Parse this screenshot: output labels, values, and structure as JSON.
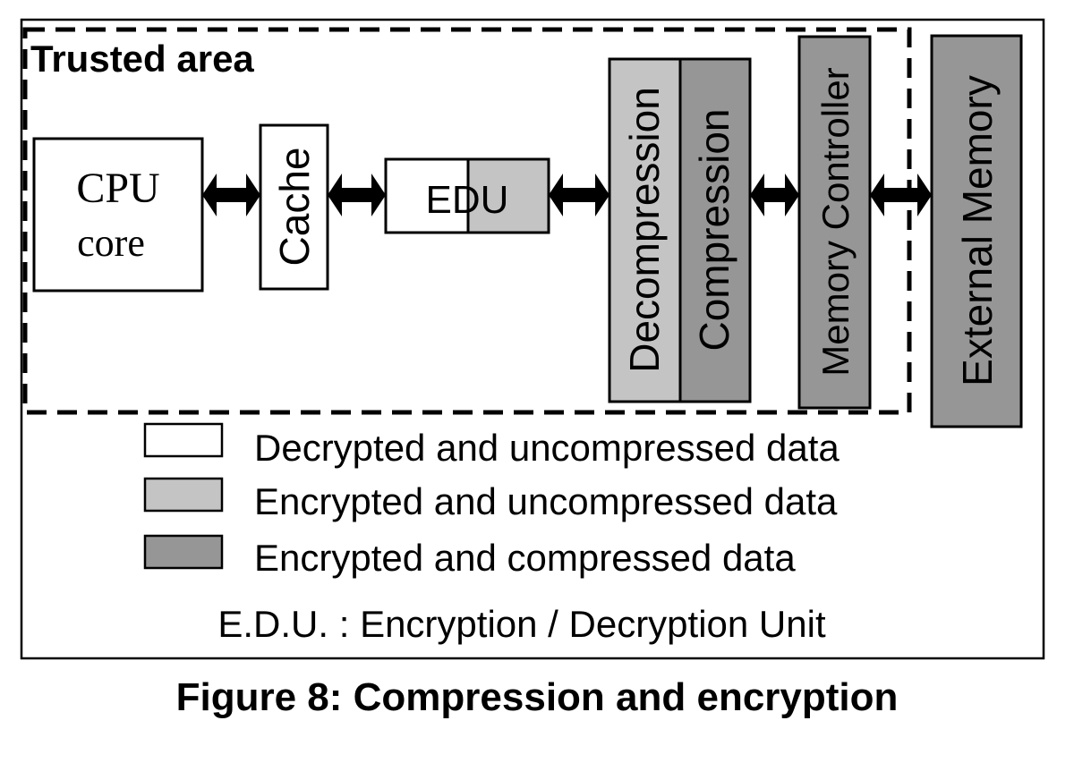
{
  "trusted_area_label": "Trusted area",
  "blocks": {
    "cpu_line1": "CPU",
    "cpu_line2": "core",
    "cache": "Cache",
    "edu": "EDU",
    "decompression": "Decompression",
    "compression": "Compression",
    "memory_controller": "Memory Controller",
    "external_memory": "External Memory"
  },
  "legend": [
    {
      "label": "Decrypted and uncompressed data",
      "color": "#ffffff"
    },
    {
      "label": "Encrypted and uncompressed data",
      "color": "#c4c4c4"
    },
    {
      "label": "Encrypted and compressed data",
      "color": "#969696"
    }
  ],
  "abbreviation_note": "E.D.U. : Encryption / Decryption Unit",
  "caption": "Figure 8: Compression and encryption"
}
